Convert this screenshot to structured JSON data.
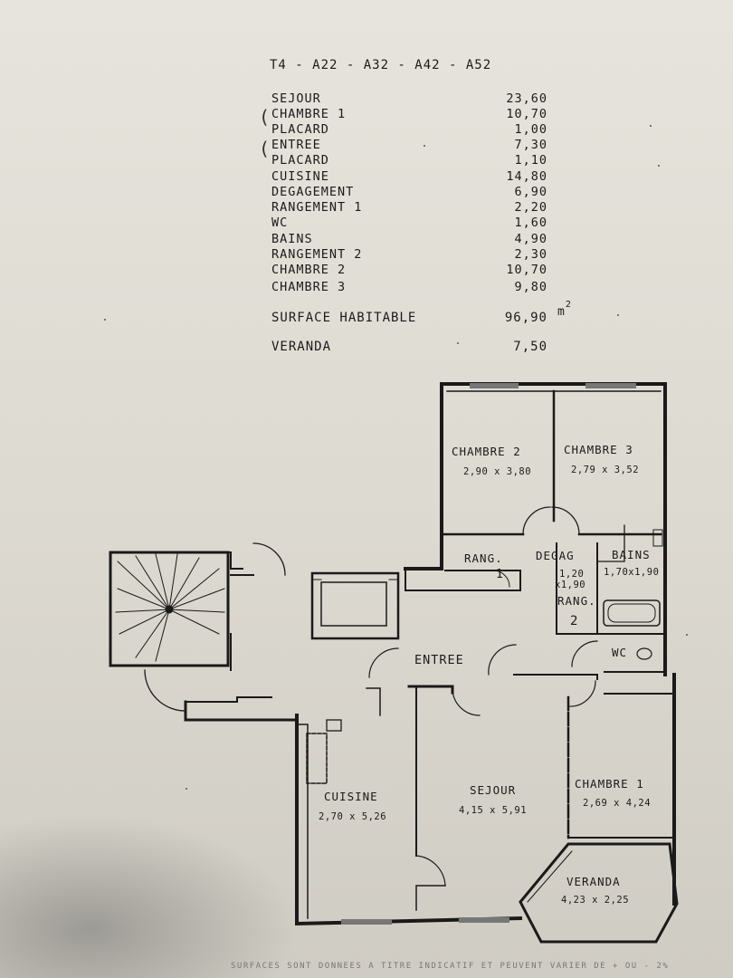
{
  "title": "T4 - A22 - A32 - A42 - A52",
  "surfaces": [
    {
      "label": "SEJOUR",
      "value": "23,60"
    },
    {
      "label": "CHAMBRE 1",
      "value": "10,70"
    },
    {
      "label": "PLACARD",
      "value": "1,00"
    },
    {
      "label": "ENTREE",
      "value": "7,30"
    },
    {
      "label": "PLACARD",
      "value": "1,10"
    },
    {
      "label": "CUISINE",
      "value": "14,80"
    },
    {
      "label": "DEGAGEMENT",
      "value": "6,90"
    },
    {
      "label": "RANGEMENT 1",
      "value": "2,20"
    },
    {
      "label": "WC",
      "value": "1,60"
    },
    {
      "label": "BAINS",
      "value": "4,90"
    },
    {
      "label": "RANGEMENT 2",
      "value": "2,30"
    },
    {
      "label": "CHAMBRE 2",
      "value": "10,70"
    },
    {
      "label": "CHAMBRE 3",
      "value": "9,80"
    }
  ],
  "surface_habitable": {
    "label": "SURFACE HABITABLE",
    "value": "96,90",
    "unit": "m",
    "unit_exp": "2"
  },
  "veranda_total": {
    "label": "VERANDA",
    "value": "7,50"
  },
  "plan": {
    "chambre2": {
      "label": "CHAMBRE 2",
      "dims": "2,90 x 3,80"
    },
    "chambre3": {
      "label": "CHAMBRE 3",
      "dims": "2,79 x 3,52"
    },
    "rang1": {
      "label": "RANG.",
      "num": "1"
    },
    "degag": {
      "label": "DEGAG",
      "dims1": "1,20",
      "dims2": "x1,90"
    },
    "bains": {
      "label": "BAINS",
      "dims": "1,70x1,90"
    },
    "rang2": {
      "label": "RANG.",
      "num": "2"
    },
    "wc": {
      "label": "WC"
    },
    "entree": {
      "label": "ENTREE"
    },
    "cuisine": {
      "label": "CUISINE",
      "dims": "2,70 x 5,26"
    },
    "sejour": {
      "label": "SEJOUR",
      "dims": "4,15 x 5,91"
    },
    "chambre1": {
      "label": "CHAMBRE 1",
      "dims": "2,69 x 4,24"
    },
    "veranda": {
      "label": "VERANDA",
      "dims": "4,23 x 2,25"
    }
  },
  "footer": "SURFACES SONT DONNEES A TITRE INDICATIF ET PEUVENT VARIER DE + OU - 2%"
}
